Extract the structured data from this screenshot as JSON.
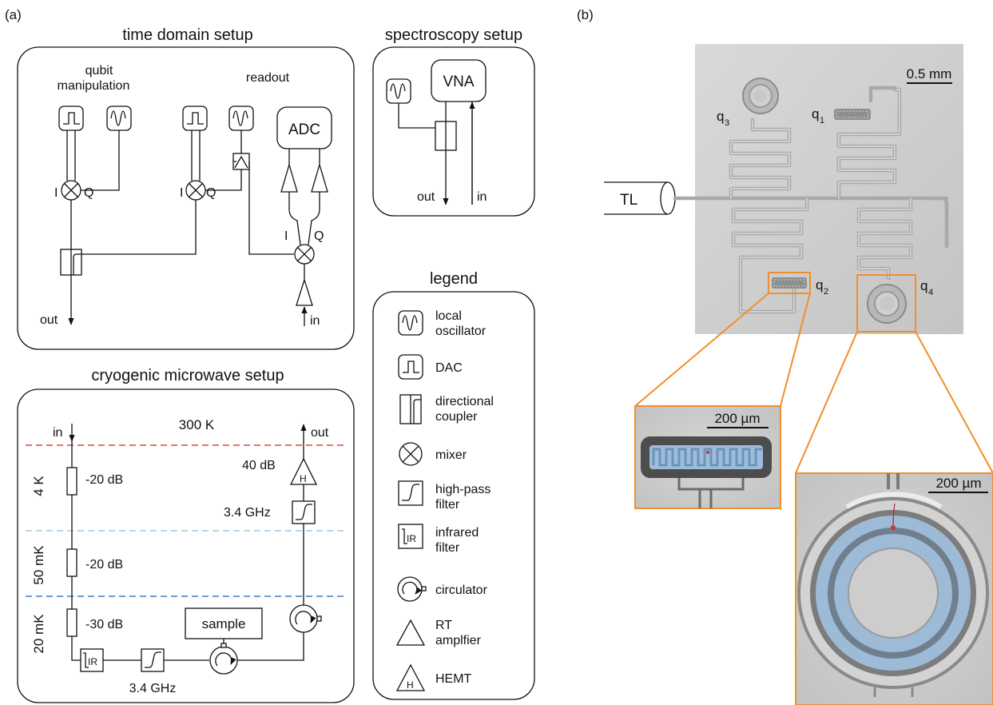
{
  "panel_labels": {
    "a": "(a)",
    "b": "(b)"
  },
  "time_domain": {
    "title": "time domain setup",
    "qubit_manipulation": [
      "qubit",
      "manipulation"
    ],
    "readout": "readout",
    "adc": "ADC",
    "i": "I",
    "q": "Q",
    "out": "out",
    "in": "in"
  },
  "spectroscopy": {
    "title": "spectroscopy setup",
    "vna": "VNA",
    "out": "out",
    "in": "in"
  },
  "cryogenic": {
    "title": "cryogenic microwave setup",
    "in": "in",
    "out": "out",
    "temp_300k": "300 K",
    "stages": [
      "4 K",
      "50 mK",
      "20 mK"
    ],
    "stage_colors": [
      "#e0453f",
      "#9fc6e2",
      "#3f7cc2"
    ],
    "attenuators": [
      "-20 dB",
      "-20 dB",
      "-30 dB"
    ],
    "amp_gain": "40 dB",
    "hemt": "H",
    "filter_top": "3.4 GHz",
    "filter_bottom": "3.4 GHz",
    "sample": "sample",
    "ir": "IR"
  },
  "legend": {
    "title": "legend",
    "items": [
      {
        "icon": "local-oscillator-icon",
        "lines": [
          "local",
          "oscillator"
        ]
      },
      {
        "icon": "dac-icon",
        "lines": [
          "DAC"
        ]
      },
      {
        "icon": "directional-coupler-icon",
        "lines": [
          "directional",
          "coupler"
        ]
      },
      {
        "icon": "mixer-icon",
        "lines": [
          "mixer"
        ]
      },
      {
        "icon": "high-pass-filter-icon",
        "lines": [
          "high-pass",
          "filter"
        ]
      },
      {
        "icon": "infrared-filter-icon",
        "lines": [
          "infrared",
          "filter"
        ]
      },
      {
        "icon": "circulator-icon",
        "lines": [
          "circulator"
        ]
      },
      {
        "icon": "rt-amplifier-icon",
        "lines": [
          "RT",
          "amplfier"
        ]
      },
      {
        "icon": "hemt-icon",
        "lines": [
          "HEMT"
        ]
      }
    ]
  },
  "chip": {
    "tl": "TL",
    "scale_main": "0.5 mm",
    "q1": "q",
    "q1_sub": "1",
    "q2": "q",
    "q2_sub": "2",
    "q3": "q",
    "q3_sub": "3",
    "q4": "q",
    "q4_sub": "4",
    "scale_zoom1": "200 µm",
    "scale_zoom2": "200 µm",
    "highlight_color": "#f28e2b",
    "qubit_color": "#6f9fcb"
  }
}
